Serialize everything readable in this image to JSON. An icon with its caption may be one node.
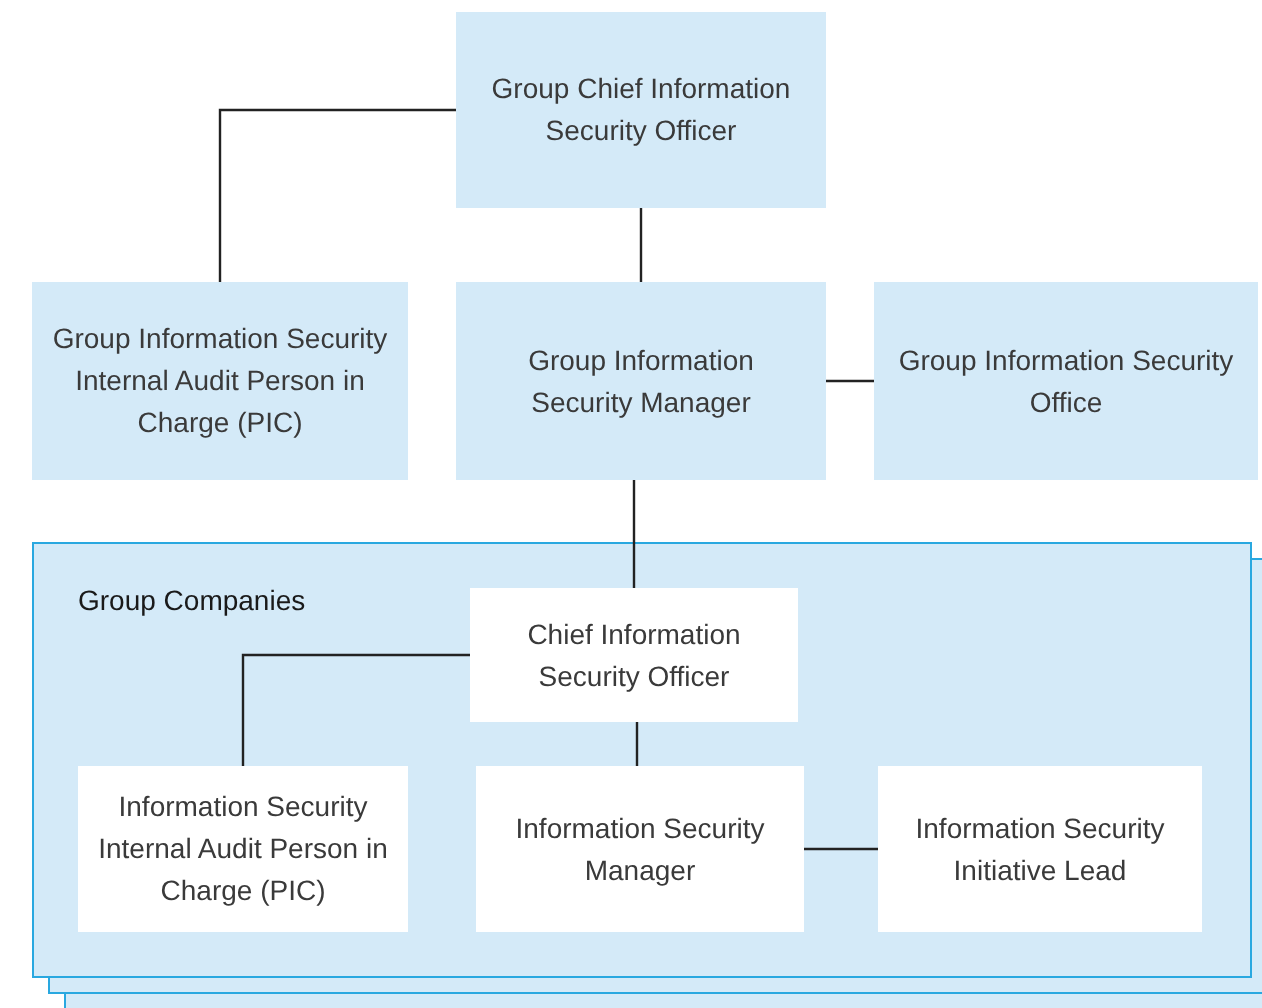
{
  "diagram": {
    "nodes": [
      {
        "text": [
          "Group Chief Information Security Officer"
        ]
      },
      {
        "text": [
          "Group Information Security Internal Audit Person in Charge (PIC)"
        ]
      },
      {
        "text": [
          "Group Information Security Manager"
        ]
      },
      {
        "text": [
          "Group Information Security Office"
        ]
      },
      {
        "text": [
          "Group Companies"
        ]
      },
      {
        "text": [
          "Chief Information Security Officer"
        ],
        "in": 4
      },
      {
        "text": [
          "Information Security Internal Audit Person in Charge (PIC)"
        ],
        "in": 4
      },
      {
        "text": [
          "Information Security Manager"
        ],
        "in": 4
      },
      {
        "text": [
          "Information Security Initiative Lead"
        ],
        "in": 4
      }
    ],
    "edges": [
      {
        "from": 0,
        "to": 1,
        "arrow": "none"
      },
      {
        "from": 0,
        "to": 2,
        "arrow": "none"
      },
      {
        "from": 2,
        "to": 3,
        "arrow": "none"
      },
      {
        "from": 2,
        "to": 5,
        "arrow": "none"
      },
      {
        "from": 5,
        "to": 6,
        "arrow": "none"
      },
      {
        "from": 5,
        "to": 7,
        "arrow": "none"
      },
      {
        "from": 7,
        "to": 8,
        "arrow": "none"
      }
    ]
  }
}
